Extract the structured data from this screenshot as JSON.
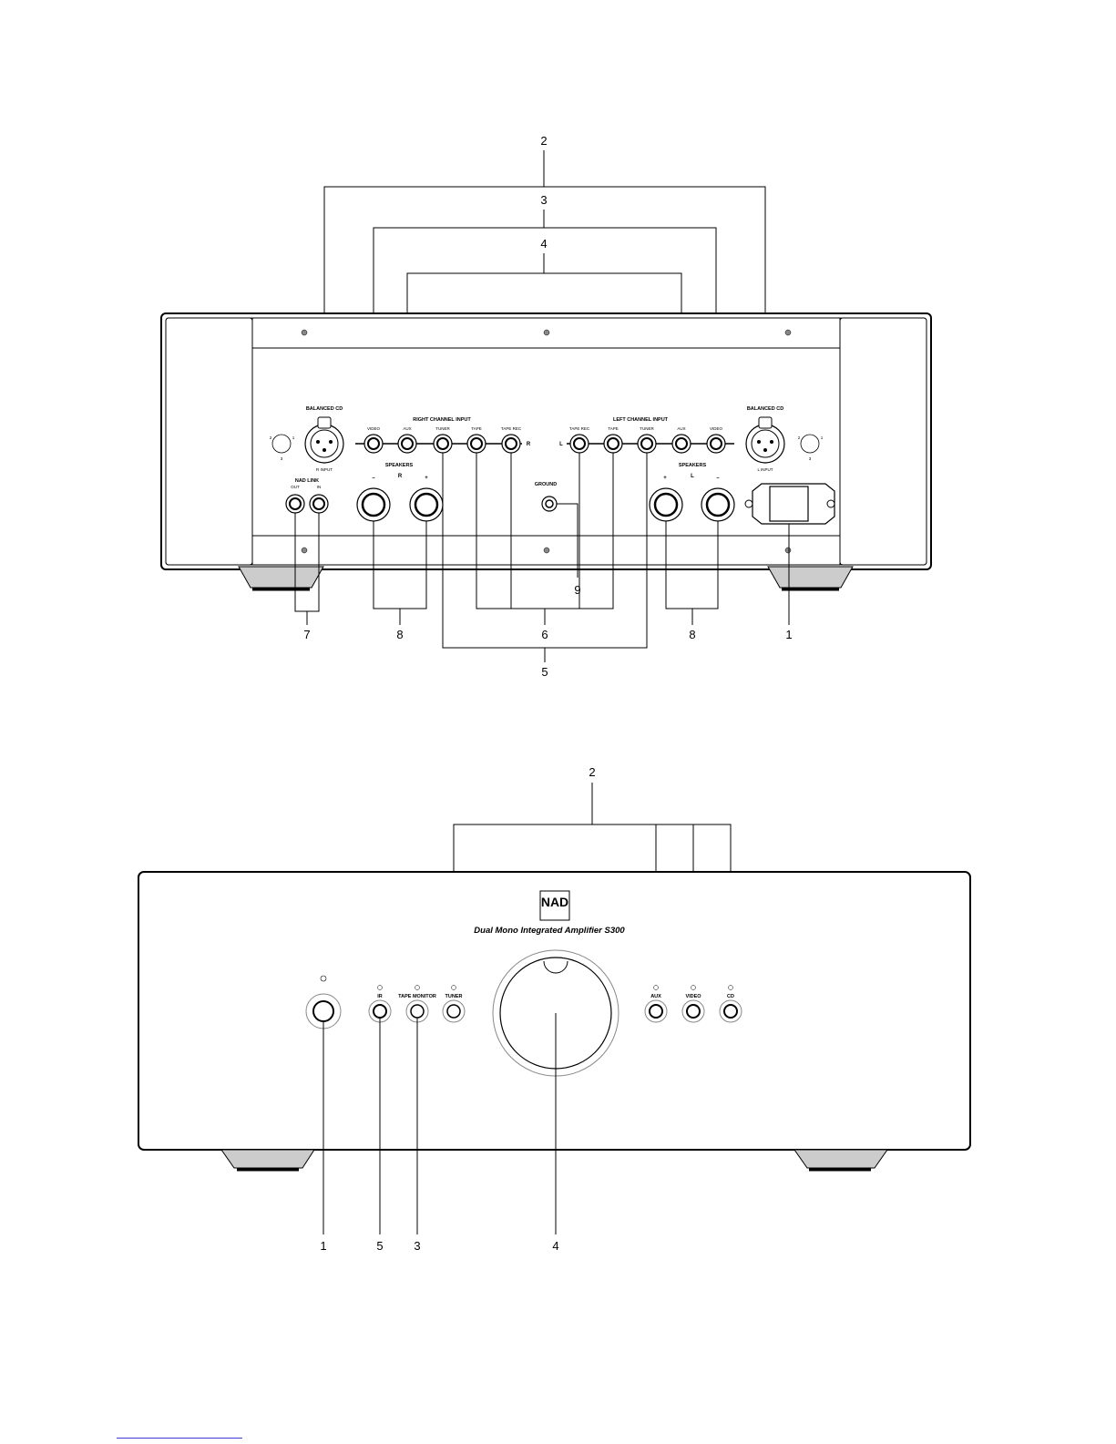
{
  "rear_panel": {
    "callouts": {
      "top": [
        "2",
        "3",
        "4"
      ],
      "bottom": [
        "7",
        "8",
        "6",
        "8",
        "1"
      ],
      "ground_callout": "9",
      "lower": "5"
    },
    "labels": {
      "balanced_cd": "BALANCED CD",
      "r_input": "R INPUT",
      "l_input": "L INPUT",
      "right_channel_input": "RIGHT CHANNEL INPUT",
      "left_channel_input": "LEFT CHANNEL INPUT",
      "speakers": "SPEAKERS",
      "nad_link": "NAD LINK",
      "out": "OUT",
      "in": "IN",
      "ground": "GROUND",
      "r": "R",
      "l": "L",
      "plus": "+",
      "minus": "–"
    },
    "right_inputs": [
      "VIDEO",
      "AUX",
      "TUNER",
      "TAPE",
      "TAPE REC"
    ],
    "left_inputs": [
      "TAPE REC",
      "TAPE",
      "TUNER",
      "AUX",
      "VIDEO"
    ],
    "xlr_pins": [
      "2",
      "1",
      "3"
    ]
  },
  "front_panel": {
    "callouts": {
      "top": "2",
      "bottom": [
        "1",
        "5",
        "3",
        "4"
      ]
    },
    "brand": "NAD",
    "model": "Dual Mono Integrated Amplifier S300",
    "buttons": {
      "ir": "IR",
      "tape_monitor": "TAPE MONITOR",
      "tuner": "TUNER",
      "aux": "AUX",
      "video": "VIDEO",
      "cd": "CD"
    }
  }
}
